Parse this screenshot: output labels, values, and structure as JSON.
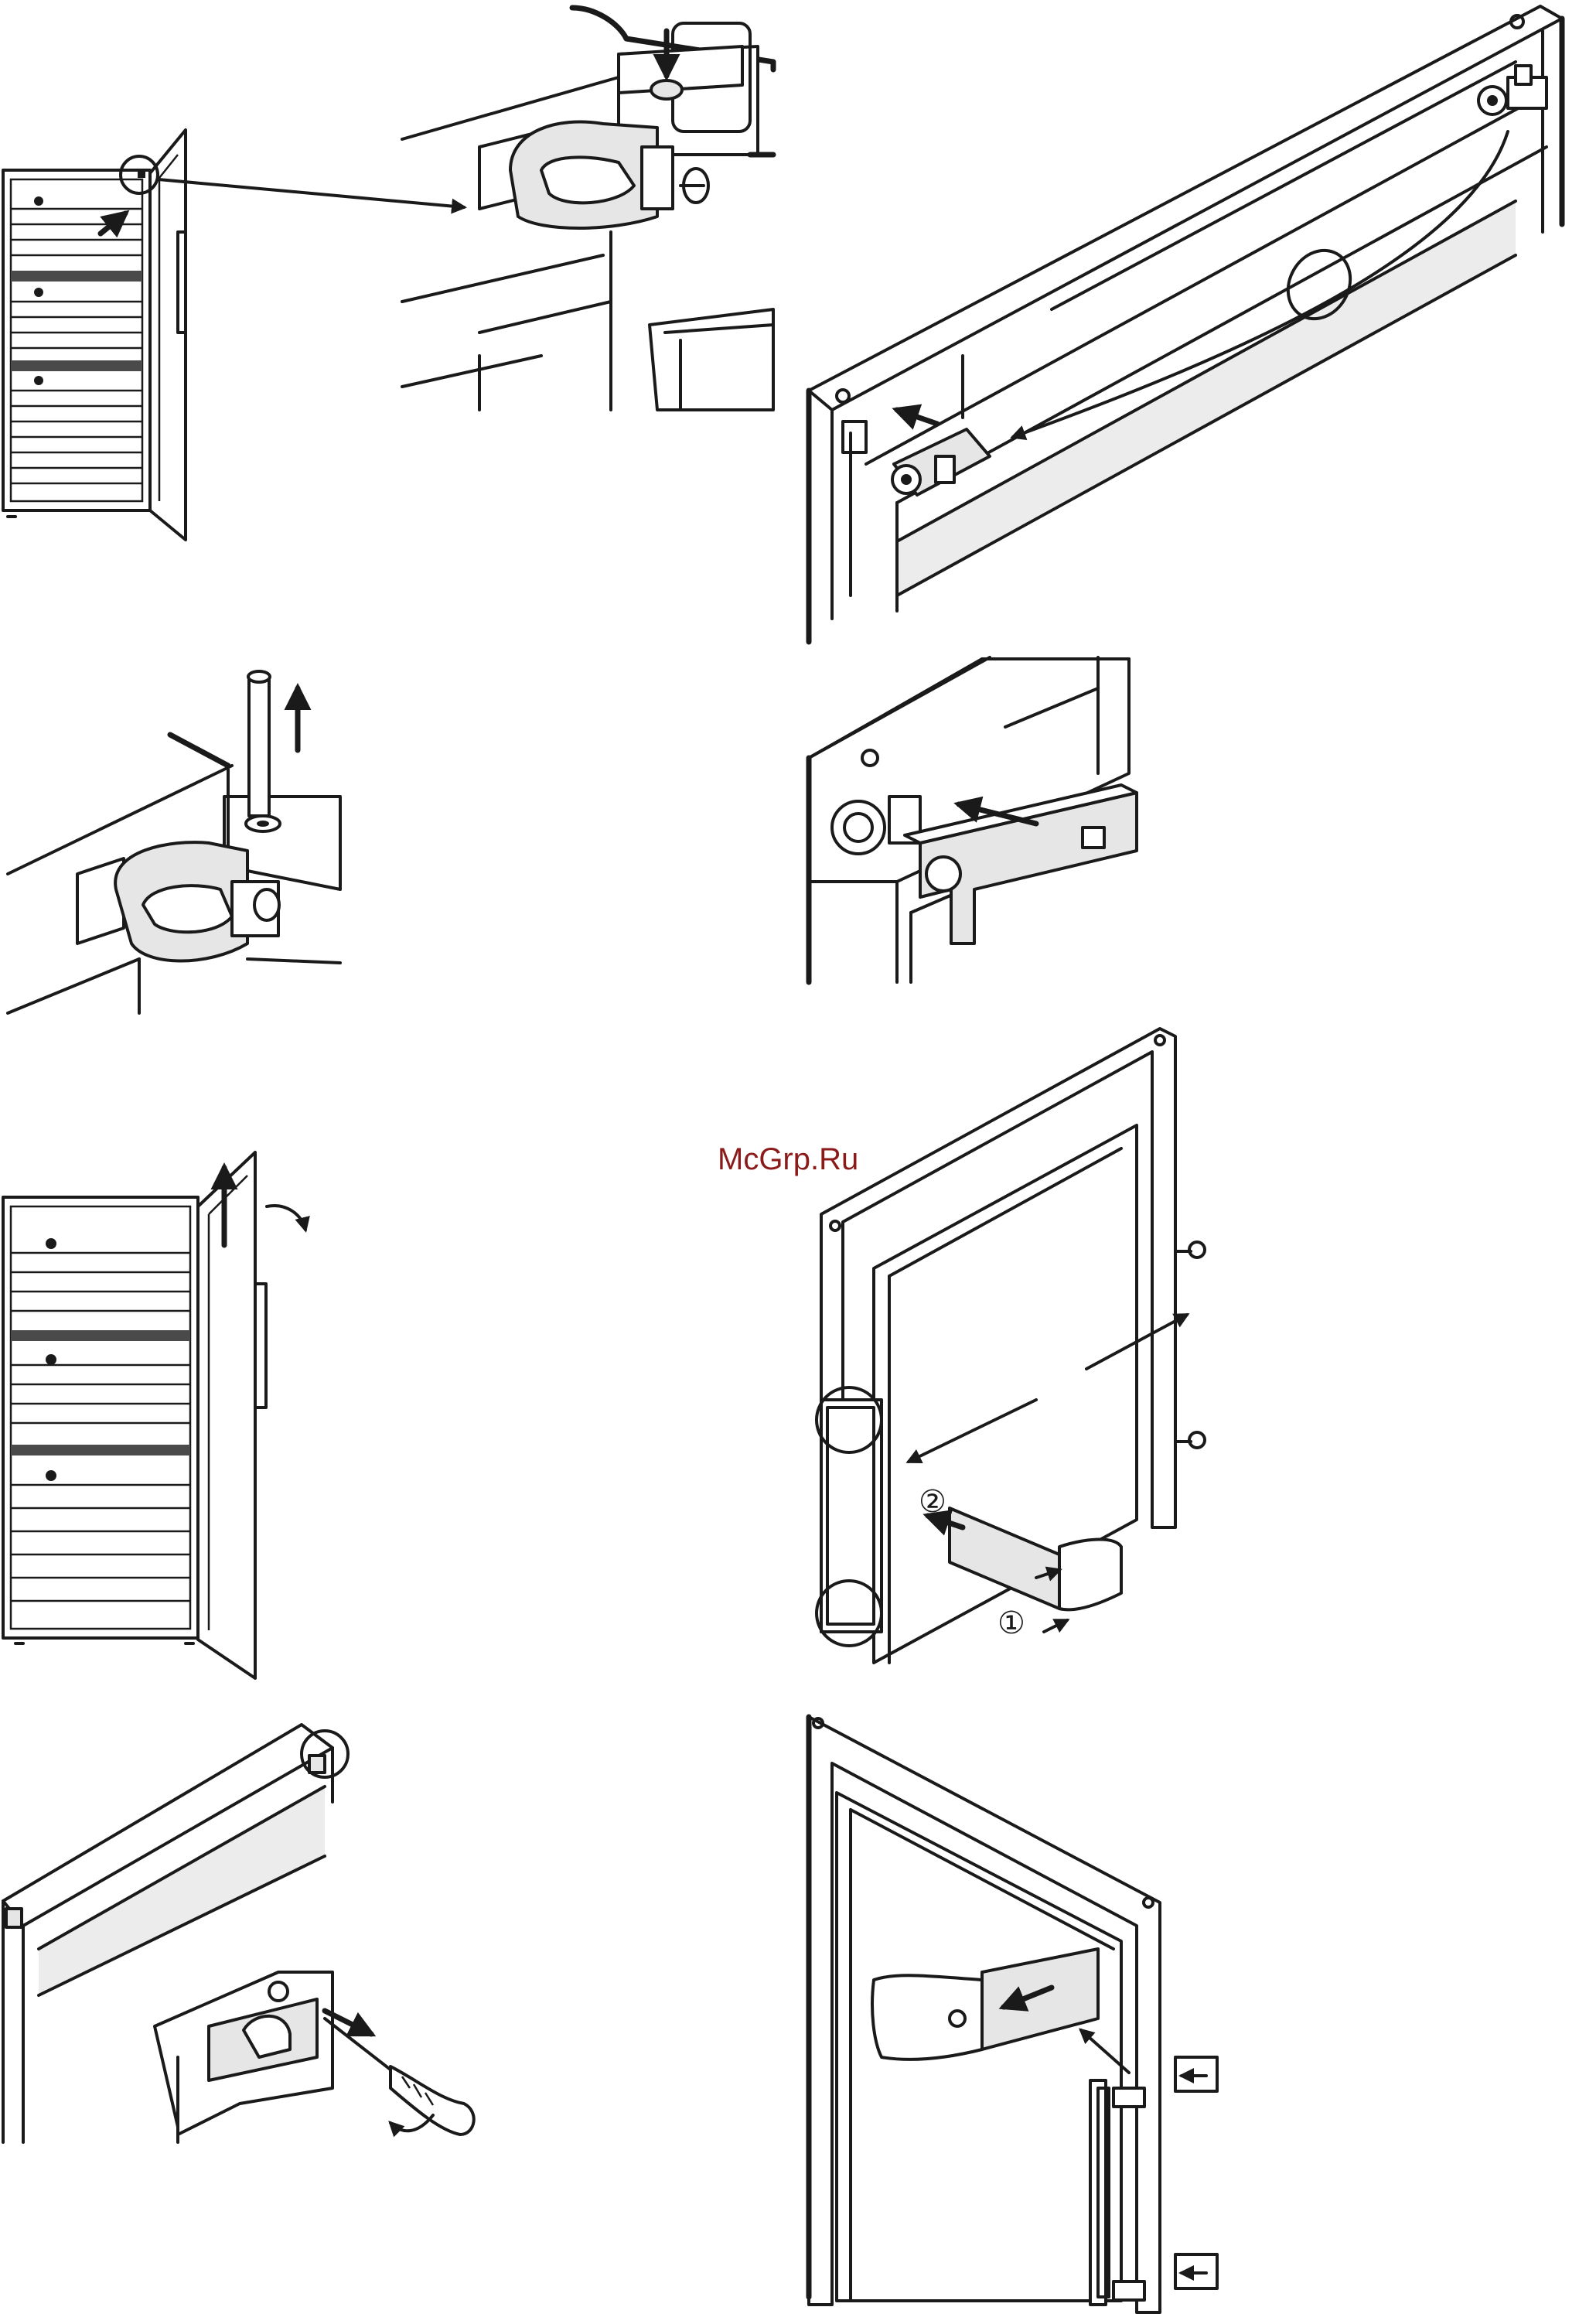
{
  "watermark": {
    "text": "McGrp.Ru",
    "color": "#8b1a1a"
  },
  "step_markers": {
    "one": "①",
    "two": "②"
  },
  "colors": {
    "line": "#1a1a1a",
    "panel": "#e6e6e6",
    "watermark": "#8b1a1a"
  },
  "panels": [
    {
      "name": "cabinet-with-top-hinge-detail",
      "icons": [
        "wine-cabinet-icon",
        "hinge-bracket-icon",
        "arrow-down-icon",
        "zoom-arrow-icon"
      ]
    },
    {
      "name": "hinge-bearing-transfer",
      "icons": [
        "top-frame-icon",
        "hinge-bearing-icon",
        "curved-arrow-icon"
      ]
    },
    {
      "name": "hinge-pin-removal",
      "icons": [
        "hinge-pin-icon",
        "arrow-up-icon"
      ]
    },
    {
      "name": "cover-plate-insertion",
      "icons": [
        "cover-plate-icon",
        "arrow-left-icon"
      ]
    },
    {
      "name": "door-lift-off",
      "icons": [
        "wine-cabinet-icon",
        "arrow-up-icon",
        "rotate-arrow-icon"
      ]
    },
    {
      "name": "door-handle-and-cover-swap",
      "icons": [
        "door-frame-icon",
        "screw-icon",
        "handle-cover-icon"
      ]
    },
    {
      "name": "cover-removal-with-screwdriver",
      "icons": [
        "top-frame-icon",
        "screwdriver-icon",
        "arrow-right-icon"
      ]
    },
    {
      "name": "handle-refit",
      "icons": [
        "door-frame-icon",
        "door-handle-icon",
        "arrow-left-icon"
      ]
    }
  ]
}
